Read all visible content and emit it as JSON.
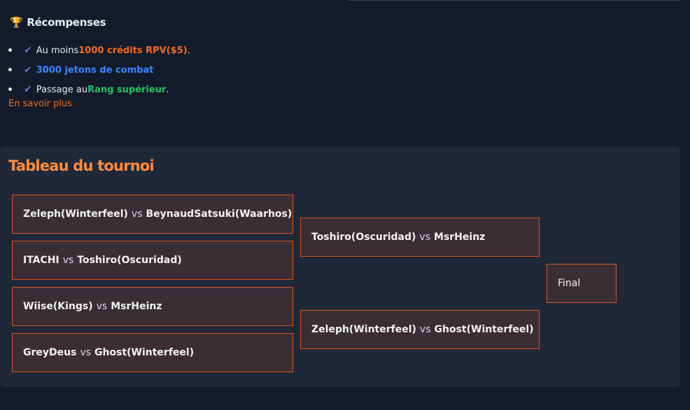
{
  "rewards": {
    "title": "Récompenses",
    "items": [
      {
        "prefix": "Au moins ",
        "highlight": "1000 crédits RPV($5)",
        "suffix": ".",
        "color": "#f36b21"
      },
      {
        "prefix": "",
        "highlight": "3000 jetons de combat",
        "suffix": "",
        "color": "#3a86ff"
      },
      {
        "prefix": "Passage au ",
        "highlight": "Rang supérieur",
        "suffix": ".",
        "color": "#22c55e"
      }
    ],
    "learn_more": "En savoir plus"
  },
  "bracket": {
    "title": "Tableau du tournoi",
    "vs_label": "vs",
    "round1": [
      {
        "a": "Zeleph(Winterfeel)",
        "b": "BeynaudSatsuki(Waarhos)"
      },
      {
        "a": "ITACHI",
        "b": "Toshiro(Oscuridad)"
      },
      {
        "a": "Wiise(Kings)",
        "b": "MsrHeinz"
      },
      {
        "a": "GreyDeus",
        "b": "Ghost(Winterfeel)"
      }
    ],
    "round2": [
      {
        "a": "Toshiro(Oscuridad)",
        "b": "MsrHeinz"
      },
      {
        "a": "Zeleph(Winterfeel)",
        "b": "Ghost(Winterfeel)"
      }
    ],
    "final_label": "Final"
  },
  "colors": {
    "background": "#131b2b",
    "panel": "#1f2838",
    "match_bg": "#3a2e34",
    "match_border": "#d9531e",
    "title_accent": "#ff8c3a",
    "check": "#7f67d6"
  },
  "icons": {
    "trophy": "trophy-icon",
    "check": "check-icon"
  }
}
